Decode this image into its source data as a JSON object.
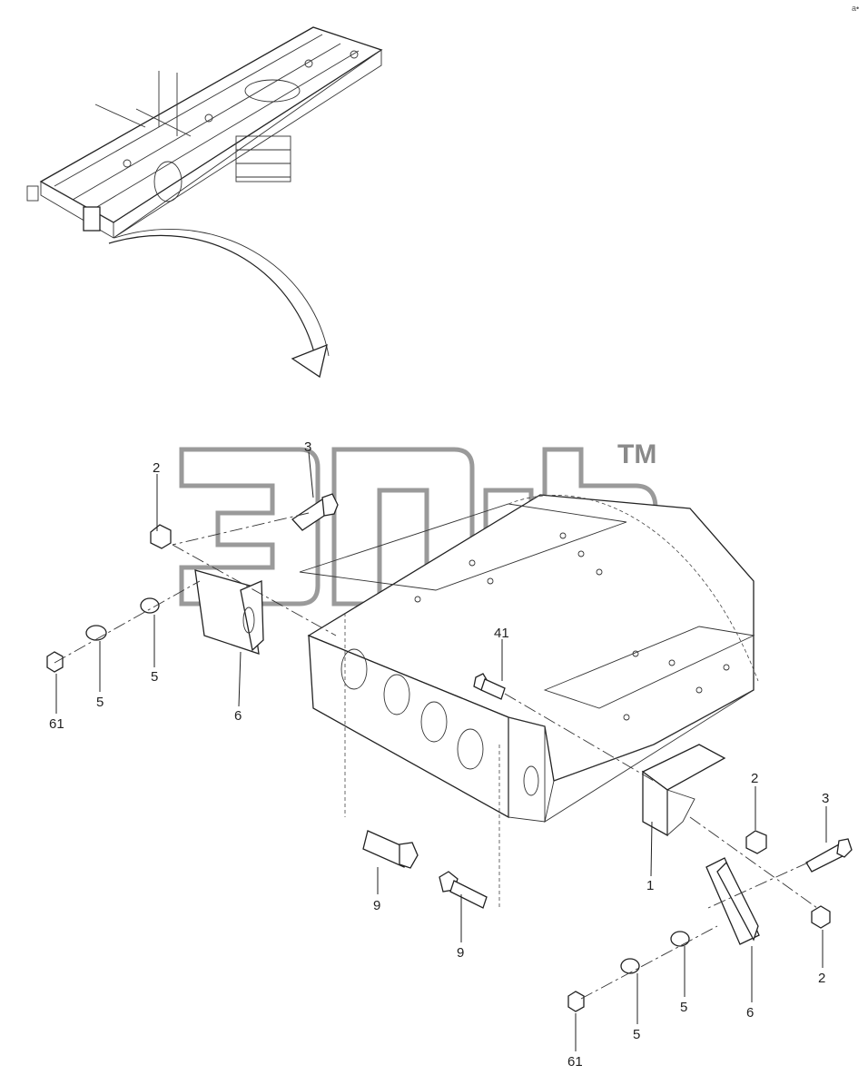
{
  "watermark": {
    "trademark": "TM"
  },
  "corner_mark": "а•",
  "callouts": {
    "c_2a": "2",
    "c_3a": "3",
    "c_5a": "5",
    "c_5b": "5",
    "c_61a": "61",
    "c_6a": "6",
    "c_41": "41",
    "c_9a": "9",
    "c_9b": "9",
    "c_1": "1",
    "c_2b": "2",
    "c_3b": "3",
    "c_2c": "2",
    "c_6b": "6",
    "c_5c": "5",
    "c_5d": "5",
    "c_61b": "61"
  },
  "colors": {
    "line": "#222222",
    "watermark": "#9a9a9a",
    "background": "#ffffff"
  }
}
